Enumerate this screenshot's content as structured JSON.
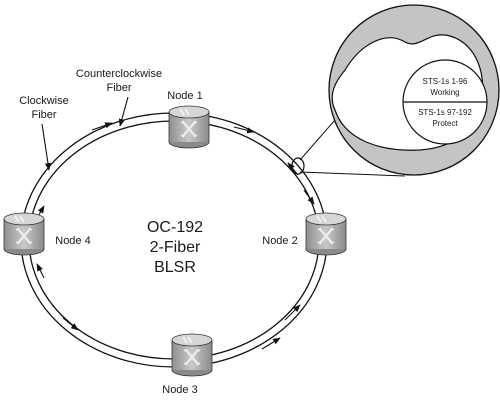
{
  "diagram": {
    "center": {
      "line1": "OC-192",
      "line2": "2-Fiber",
      "line3": "BLSR"
    },
    "fibers": {
      "counterclockwise_line1": "Counterclockwise",
      "counterclockwise_line2": "Fiber",
      "clockwise_line1": "Clockwise",
      "clockwise_line2": "Fiber"
    },
    "nodes": [
      {
        "label": "Node 1"
      },
      {
        "label": "Node 2"
      },
      {
        "label": "Node 3"
      },
      {
        "label": "Node 4"
      }
    ],
    "detail": {
      "working_line1": "STS-1s 1-96",
      "working_line2": "Working",
      "protect_line1": "STS-1s 97-192",
      "protect_line2": "Protect"
    },
    "colors": {
      "node_fill": "#b5b5b5",
      "zoom_fill": "#c4c4c4",
      "line": "#111111"
    }
  }
}
